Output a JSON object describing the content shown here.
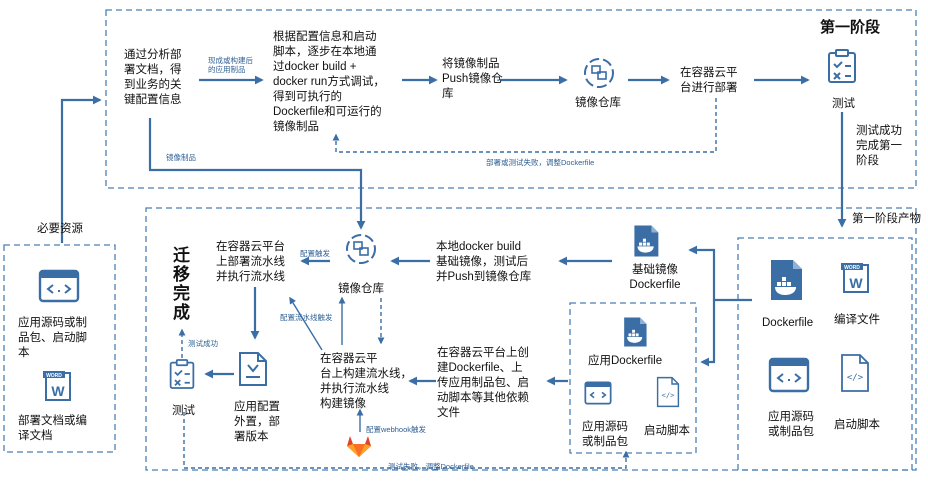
{
  "stage1": {
    "title": "第一阶段",
    "analyze": [
      "通过分析部",
      "署文档，得",
      "到业务的关",
      "键配置信息"
    ],
    "build": [
      "根据配置信息和启动",
      "脚本，逐步在本地通",
      "过docker build +",
      "docker run方式调试，",
      "得到可执行的",
      "Dockerfile和可运行的",
      "镜像制品"
    ],
    "push": [
      "将镜像制品",
      "Push镜像仓",
      "库"
    ],
    "registry": "镜像仓库",
    "deploy": [
      "在容器云平",
      "台进行部署"
    ],
    "test": "测试",
    "note_existing": [
      "现成或构建后",
      "的应用制品"
    ],
    "note_artifact": "镜像制品",
    "note_fail": "部署或测试失败，调整Dockerfile"
  },
  "success1": [
    "测试成功",
    "完成第一",
    "阶段"
  ],
  "resources_label": "必要资源",
  "resources": {
    "source": [
      "应用源码或制",
      "品包、启动脚",
      "本"
    ],
    "docs": [
      "部署文档或编",
      "译文档"
    ]
  },
  "outputs": {
    "title": "第一阶段产物",
    "dockerfile": "Dockerfile",
    "compile": "编译文件",
    "source": [
      "应用源码",
      "或制品包"
    ],
    "script": "启动脚本"
  },
  "stage2": {
    "base_df": [
      "基础镜像",
      "Dockerfile"
    ],
    "base_build": [
      "本地docker build",
      "基础镜像，测试后",
      "并Push到镜像仓库"
    ],
    "registry": "镜像仓库",
    "deploy_pipeline": [
      "在容器云平台",
      "上部署流水线",
      "并执行流水线"
    ],
    "migrate": [
      "迁",
      "移",
      "完",
      "成"
    ],
    "app_df": "应用Dockerfile",
    "app_source": [
      "应用源码",
      "或制品包"
    ],
    "app_script": "启动脚本",
    "create": [
      "在容器云平台上创",
      "建Dockerfile、上",
      "传应用制品包、启",
      "动脚本等其他依赖",
      "文件"
    ],
    "build_pipeline": [
      "在容器云平",
      "台上构建流水线，",
      "并执行流水线",
      "构建镜像"
    ],
    "config": [
      "应用配置",
      "外置，部",
      "署版本"
    ],
    "test": "测试",
    "note_cfg_trigger": "配置触发",
    "note_pipe_trigger": "配置流水线触发",
    "note_webhook": "配置webhook触发",
    "note_test_ok": "测试成功",
    "note_fail": "测试失败，调整Dockerfile"
  },
  "icons": {
    "word_label": "WORD",
    "word_letter": "W",
    "code": "</>"
  },
  "colors": {
    "accent": "#3a6ea5",
    "border": "#4a7fb5",
    "gitlab": "#e24329"
  }
}
